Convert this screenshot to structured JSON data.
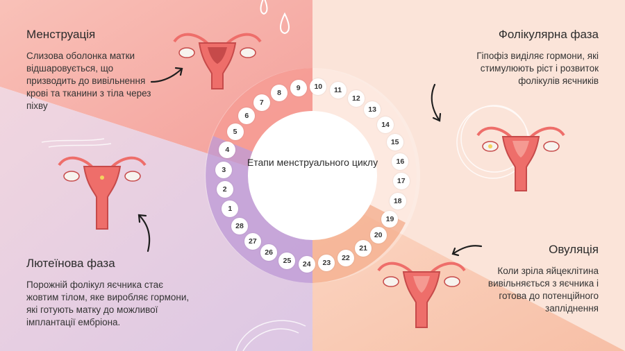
{
  "center_title": "Етапи менструального циклу",
  "phases": {
    "menstruation": {
      "title": "Менструація",
      "text": "Слизова оболонка матки відшаровується, що призводить до вивільнення крові та тканини з тіла через піхву"
    },
    "follicular": {
      "title": "Фолікулярна фаза",
      "text": "Гіпофіз виділяє гормони, які стимулюють ріст і розвиток фолікулів яєчників"
    },
    "ovulation": {
      "title": "Овуляція",
      "text": "Коли зріла яйцеклітина вивільняється з яєчника і готова до потенційного запліднення"
    },
    "luteal": {
      "title": "Лютеїнова фаза",
      "text": "Порожній фолікул яєчника стає жовтим тілом, яке виробляє гормони, які готують матку до можливої імплантації ембріона."
    }
  },
  "days": [
    "1",
    "2",
    "3",
    "4",
    "5",
    "6",
    "7",
    "8",
    "9",
    "10",
    "11",
    "12",
    "13",
    "14",
    "15",
    "16",
    "17",
    "18",
    "19",
    "20",
    "21",
    "22",
    "23",
    "24",
    "25",
    "26",
    "27",
    "28"
  ],
  "colors": {
    "menstruation_bg": "#f7b3ac",
    "follicular_bg": "#fbe3d8",
    "ovulation_bg": "#f9cdb4",
    "luteal_bg": "#e3cbe3",
    "uterus": "#ee6e6a",
    "uterus_dark": "#c64a4a"
  },
  "icons": [
    "uterus-icon",
    "arrow-icon",
    "water-drop-icon",
    "egg-icon"
  ]
}
